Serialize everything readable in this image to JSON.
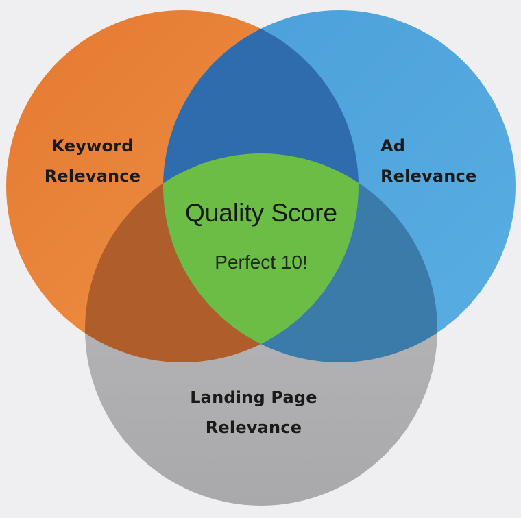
{
  "diagram": {
    "type": "venn",
    "title": "Quality Score",
    "sets": [
      {
        "id": "keyword",
        "label_lines": [
          "Keyword",
          "Relevance"
        ],
        "color": "#E8843B"
      },
      {
        "id": "ad",
        "label_lines": [
          "Ad",
          "Relevance"
        ],
        "color": "#52A8DE"
      },
      {
        "id": "landing",
        "label_lines": [
          "Landing Page",
          "Relevance"
        ],
        "color": "#B4B4B6"
      }
    ],
    "overlaps": {
      "keyword_ad": "#2E6CAD",
      "keyword_landing": "#AE5D2B",
      "ad_landing": "#3A7BAA",
      "all_three": "#6BBD45"
    },
    "center": {
      "title": "Quality Score",
      "subtitle": "Perfect 10!"
    }
  },
  "background": "#EFEFF1"
}
